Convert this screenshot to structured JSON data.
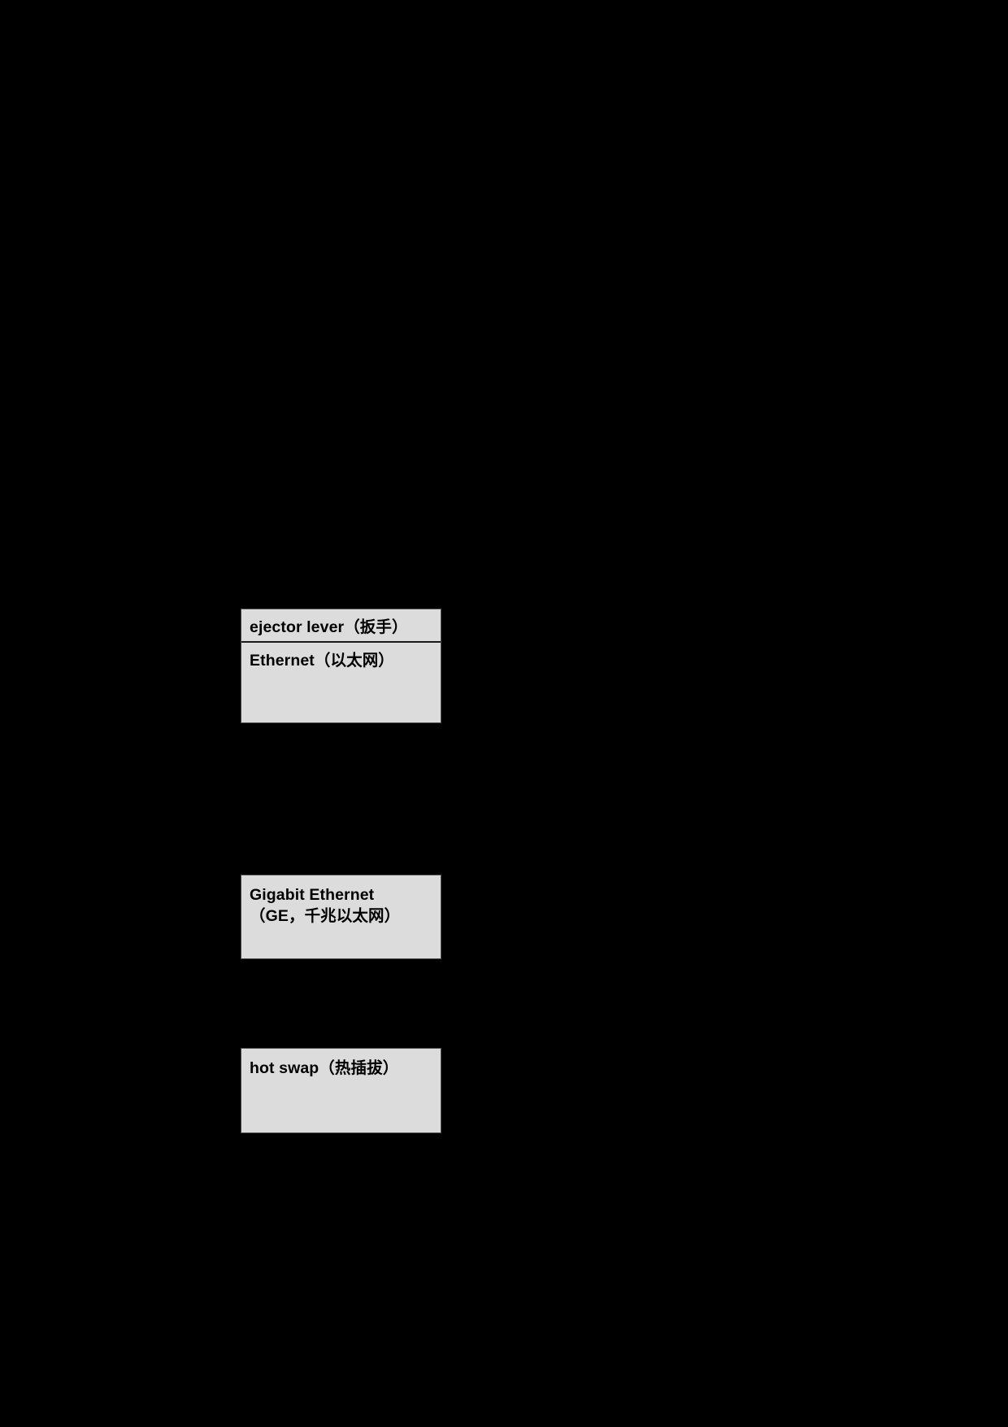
{
  "page": {
    "background_color": "#000000",
    "card_fill_color": "#dcdcdc",
    "card_border_color": "#4a4a4a",
    "text_color": "#000000"
  },
  "cards": [
    {
      "id": "ejector-ethernet",
      "rows": [
        {
          "text": "ejector lever（扳手）"
        },
        {
          "text": "Ethernet（以太网）"
        }
      ]
    },
    {
      "id": "gigabit-ethernet",
      "rows": [
        {
          "text": "Gigabit Ethernet\n（GE，千兆以太网）"
        }
      ]
    },
    {
      "id": "hot-swap",
      "rows": [
        {
          "text": "hot swap（热插拔）"
        }
      ]
    }
  ]
}
